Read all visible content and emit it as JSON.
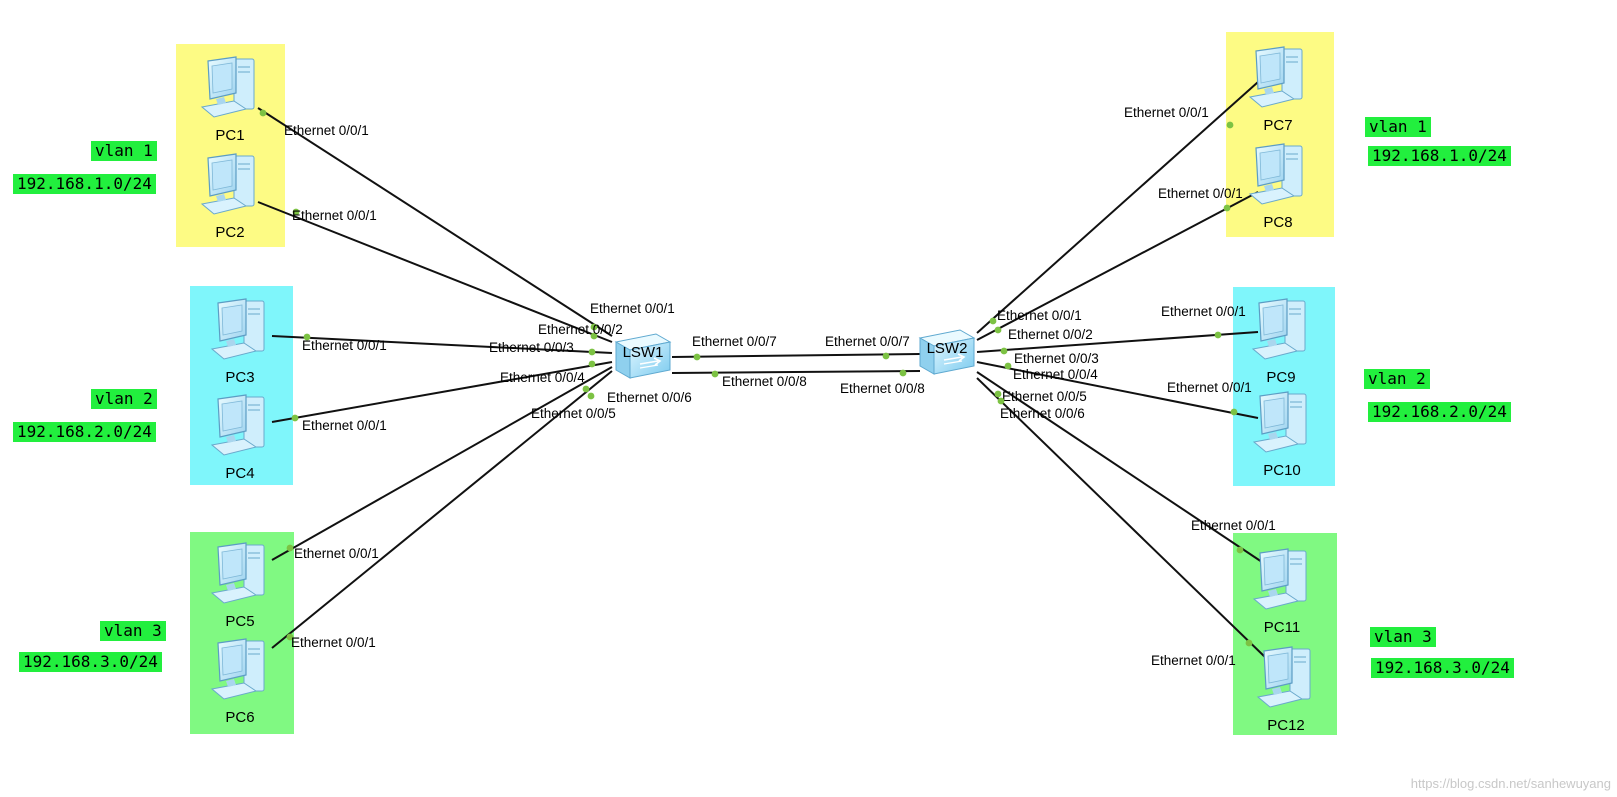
{
  "groups": [
    {
      "id": "g1",
      "color": "yellow",
      "vlan": "vlan 1",
      "subnet": "192.168.1.0/24"
    },
    {
      "id": "g2",
      "color": "cyan",
      "vlan": "vlan 2",
      "subnet": "192.168.2.0/24"
    },
    {
      "id": "g3",
      "color": "green",
      "vlan": "vlan 3",
      "subnet": "192.168.3.0/24"
    },
    {
      "id": "g4",
      "color": "yellow",
      "vlan": "vlan 1",
      "subnet": "192.168.1.0/24"
    },
    {
      "id": "g5",
      "color": "cyan",
      "vlan": "vlan 2",
      "subnet": "192.168.2.0/24"
    },
    {
      "id": "g6",
      "color": "green",
      "vlan": "vlan 3",
      "subnet": "192.168.3.0/24"
    }
  ],
  "pcs": [
    "PC1",
    "PC2",
    "PC3",
    "PC4",
    "PC5",
    "PC6",
    "PC7",
    "PC8",
    "PC9",
    "PC10",
    "PC11",
    "PC12"
  ],
  "switches": [
    "LSW1",
    "LSW2"
  ],
  "links": [
    {
      "a": "PC1",
      "a_port": "Ethernet 0/0/1",
      "b": "LSW1",
      "b_port": "Ethernet 0/0/1"
    },
    {
      "a": "PC2",
      "a_port": "Ethernet 0/0/1",
      "b": "LSW1",
      "b_port": "Ethernet 0/0/2"
    },
    {
      "a": "PC3",
      "a_port": "Ethernet 0/0/1",
      "b": "LSW1",
      "b_port": "Ethernet 0/0/3"
    },
    {
      "a": "PC4",
      "a_port": "Ethernet 0/0/1",
      "b": "LSW1",
      "b_port": "Ethernet 0/0/4"
    },
    {
      "a": "PC5",
      "a_port": "Ethernet 0/0/1",
      "b": "LSW1",
      "b_port": "Ethernet 0/0/5"
    },
    {
      "a": "PC6",
      "a_port": "Ethernet 0/0/1",
      "b": "LSW1",
      "b_port": "Ethernet 0/0/6"
    },
    {
      "a": "LSW1",
      "a_port": "Ethernet 0/0/7",
      "b": "LSW2",
      "b_port": "Ethernet 0/0/7"
    },
    {
      "a": "LSW1",
      "a_port": "Ethernet 0/0/8",
      "b": "LSW2",
      "b_port": "Ethernet 0/0/8"
    },
    {
      "a": "PC7",
      "a_port": "Ethernet 0/0/1",
      "b": "LSW2",
      "b_port": "Ethernet 0/0/1"
    },
    {
      "a": "PC8",
      "a_port": "Ethernet 0/0/1",
      "b": "LSW2",
      "b_port": "Ethernet 0/0/2"
    },
    {
      "a": "PC9",
      "a_port": "Ethernet 0/0/1",
      "b": "LSW2",
      "b_port": "Ethernet 0/0/3"
    },
    {
      "a": "PC10",
      "a_port": "Ethernet 0/0/1",
      "b": "LSW2",
      "b_port": "Ethernet 0/0/4"
    },
    {
      "a": "PC11",
      "a_port": "Ethernet 0/0/1",
      "b": "LSW2",
      "b_port": "Ethernet 0/0/5"
    },
    {
      "a": "PC12",
      "a_port": "Ethernet 0/0/1",
      "b": "LSW2",
      "b_port": "Ethernet 0/0/6"
    }
  ],
  "watermark": "https://blog.csdn.net/sanhewuyang",
  "colors": {
    "group_yellow": "#fdfb84",
    "group_cyan": "#7ff6fb",
    "group_green": "#80f982",
    "tag_green": "#22ef3e",
    "link": "#111111",
    "port_dot": "#7cc243"
  }
}
